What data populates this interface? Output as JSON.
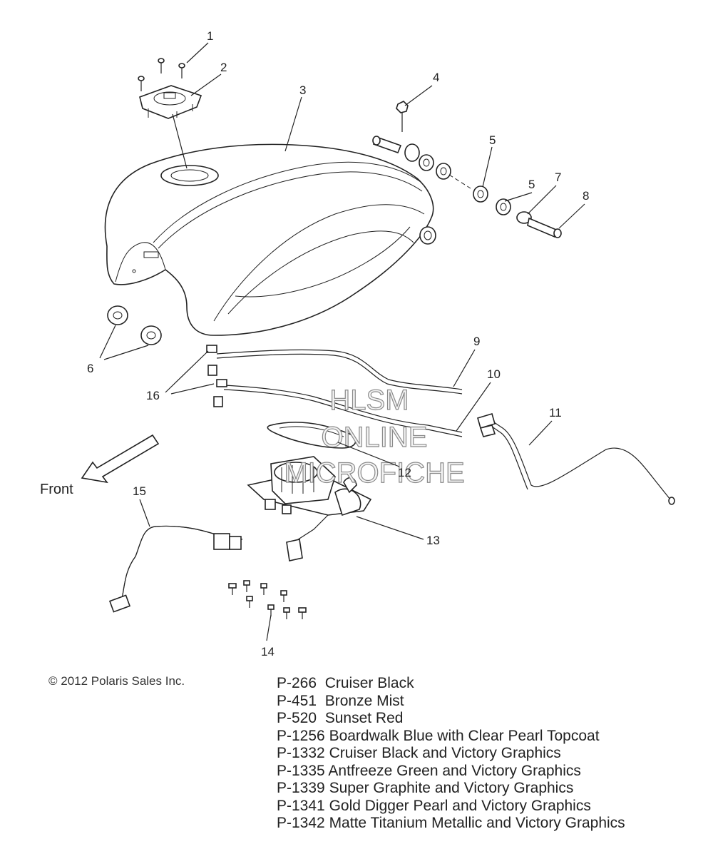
{
  "watermark": [
    "HLSM",
    "ONLINE",
    "MICROFICHE"
  ],
  "front_label": "Front",
  "callouts": [
    "1",
    "2",
    "3",
    "4",
    "5",
    "5",
    "6",
    "7",
    "8",
    "9",
    "10",
    "11",
    "12",
    "13",
    "14",
    "15",
    "16"
  ],
  "copyright": "© 2012 Polaris Sales Inc.",
  "paint_codes": [
    {
      "code": "P-266",
      "name": "Cruiser Black"
    },
    {
      "code": "P-451",
      "name": "Bronze Mist"
    },
    {
      "code": "P-520",
      "name": "Sunset Red"
    },
    {
      "code": "P-1256",
      "name": "Boardwalk Blue with Clear Pearl Topcoat"
    },
    {
      "code": "P-1332",
      "name": "Cruiser Black and Victory Graphics"
    },
    {
      "code": "P-1335",
      "name": "Antfreeze Green and Victory Graphics"
    },
    {
      "code": "P-1339",
      "name": "Super Graphite and Victory Graphics"
    },
    {
      "code": "P-1341",
      "name": "Gold Digger Pearl and Victory Graphics"
    },
    {
      "code": "P-1342",
      "name": "Matte Titanium Metallic and Victory Graphics"
    }
  ]
}
